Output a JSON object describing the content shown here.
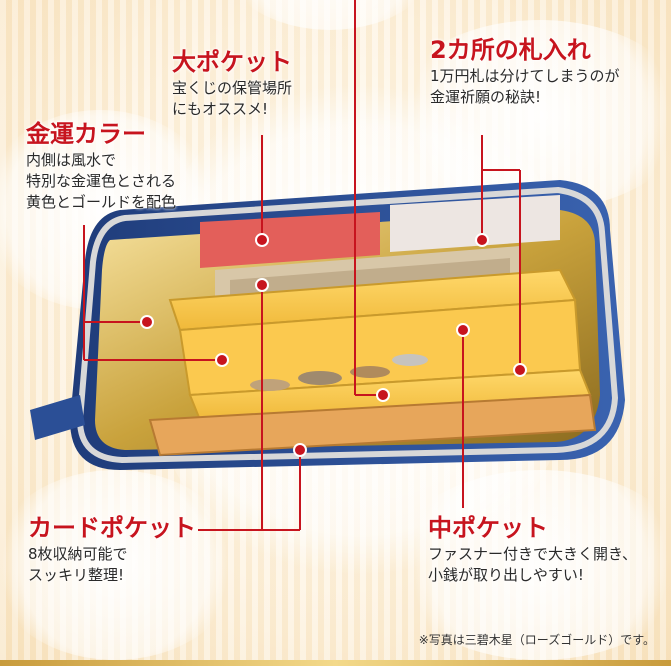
{
  "callouts": {
    "big_pocket": {
      "title": "大ポケット",
      "lines": [
        "宝くじの保管場所",
        "にもオススメ!"
      ]
    },
    "bill_slots": {
      "title": "2カ所の札入れ",
      "lines": [
        "1万円札は分けてしまうのが",
        "金運祈願の秘訣!"
      ]
    },
    "gold_color": {
      "title": "金運カラー",
      "lines": [
        "内側は風水で",
        "特別な金運色とされる",
        "黄色とゴールドを配色"
      ]
    },
    "card_pocket": {
      "title": "カードポケット",
      "lines": [
        "8枚収納可能で",
        "スッキリ整理!"
      ]
    },
    "middle_pocket": {
      "title": "中ポケット",
      "lines": [
        "ファスナー付きで大きく開き、",
        "小銭が取り出しやすい!"
      ]
    }
  },
  "footnote": "※写真は三碧木星（ローズゴールド）です。",
  "colors": {
    "accent": "#c7141e",
    "wallet_blue": "#2b4f96",
    "lining_gold": "#f2c24a",
    "gold": "#c9a23c"
  }
}
